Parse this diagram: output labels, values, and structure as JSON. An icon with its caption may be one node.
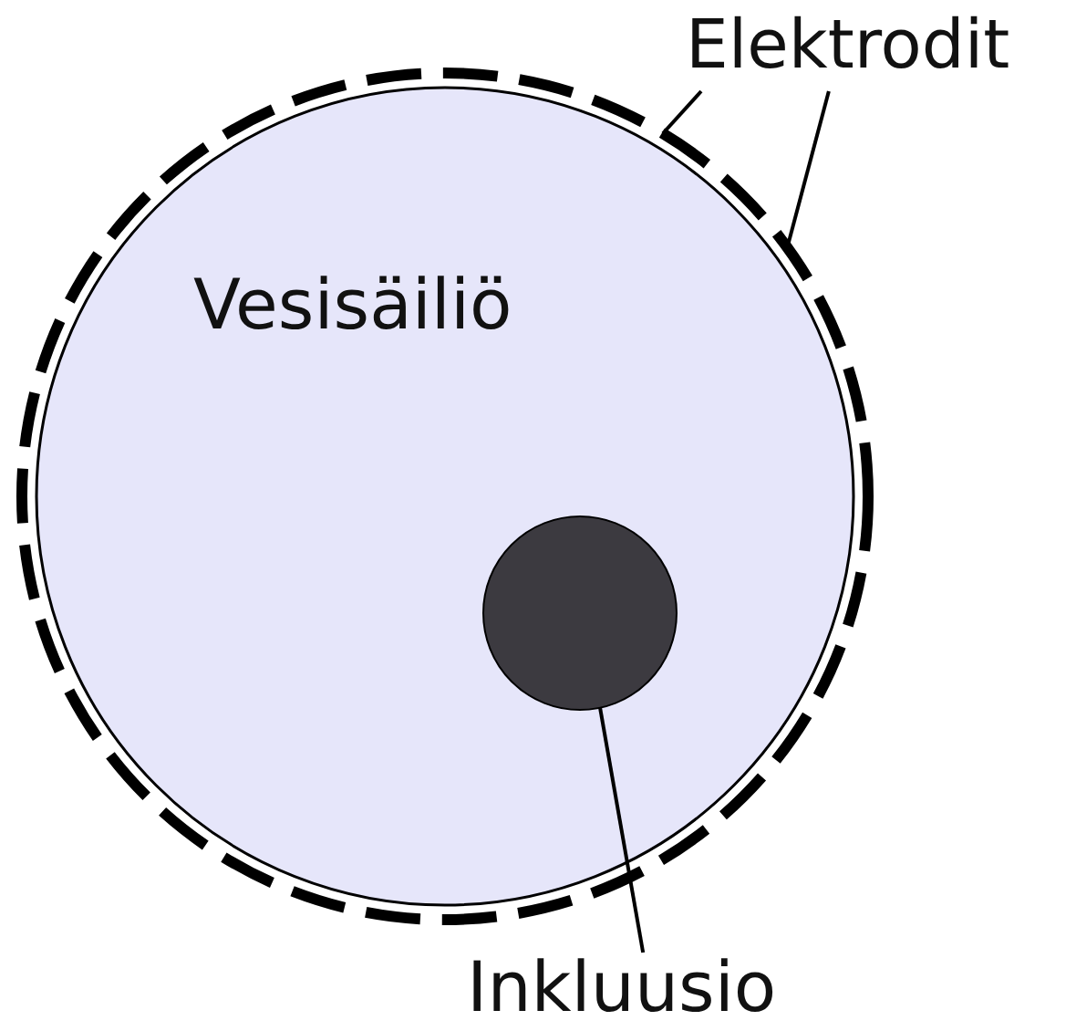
{
  "diagram": {
    "nodes": [
      {
        "text": [
          "Elektrodit"
        ]
      },
      {
        "text": [],
        "shape": "circle"
      },
      {
        "text": [
          "Vesisäiliö"
        ]
      },
      {
        "text": [],
        "shape": "circle",
        "in": 2
      },
      {
        "text": [
          "Inkluusio"
        ]
      }
    ],
    "edges": [
      {
        "from": 0,
        "to": 1,
        "arrow": "none"
      },
      {
        "from": 0,
        "to": 1,
        "arrow": "none"
      },
      {
        "from": 4,
        "to": 3,
        "arrow": "none"
      }
    ]
  }
}
